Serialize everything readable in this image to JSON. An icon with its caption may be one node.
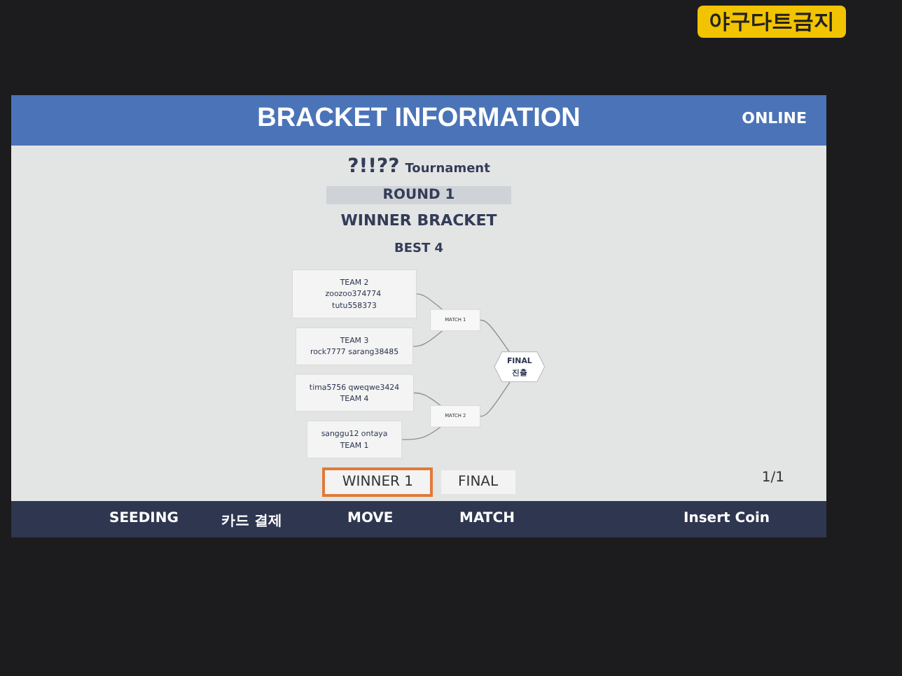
{
  "diagram": {
    "title": "BRACKET INFORMATION",
    "nodes": [
      {
        "text": [
          "TEAM 2",
          "zoozoo374774 tutu558373"
        ]
      },
      {
        "text": [
          "TEAM 3",
          "rock7777 sarang38485"
        ]
      },
      {
        "text": [
          "MATCH 1"
        ]
      },
      {
        "text": [
          "FINAL",
          "진출"
        ]
      },
      {
        "text": [
          "MATCH 2"
        ]
      },
      {
        "text": [
          "tima5756 qweqwe3424",
          "TEAM 4"
        ]
      },
      {
        "text": [
          "sanggu12 ontaya",
          "TEAM 1"
        ]
      }
    ],
    "edges": [
      {
        "from": 0,
        "to": 2,
        "arrow": "none"
      },
      {
        "from": 1,
        "to": 2,
        "arrow": "none"
      },
      {
        "from": 2,
        "to": 3,
        "arrow": "none"
      },
      {
        "from": 5,
        "to": 4,
        "arrow": "none"
      },
      {
        "from": 6,
        "to": 4,
        "arrow": "none"
      },
      {
        "from": 4,
        "to": 3,
        "arrow": "none"
      }
    ],
    "labels": [
      "야구다트금지",
      "ONLINE",
      "?!!??",
      "Tournament",
      "ROUND 1",
      "WINNER BRACKET",
      "BEST 4",
      "WINNER 1",
      "FINAL",
      "1/1",
      "SEEDING",
      "카드 결제",
      "MOVE",
      "MATCH",
      "Insert Coin"
    ]
  }
}
